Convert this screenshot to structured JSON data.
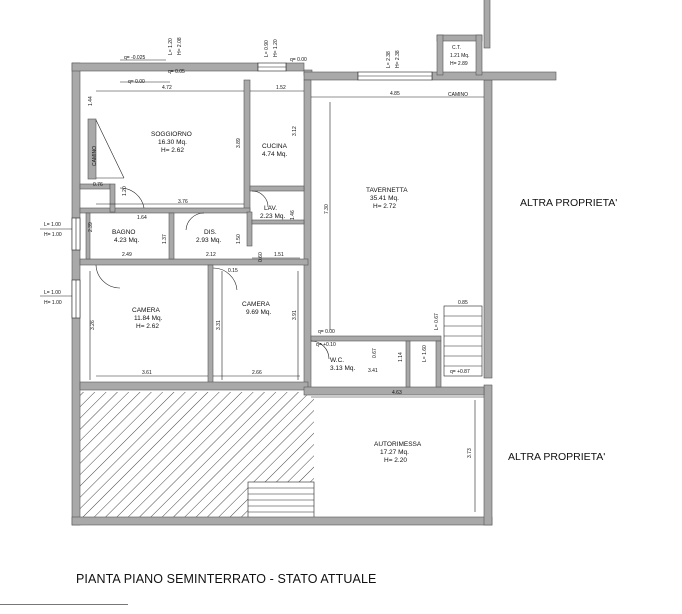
{
  "title": "PIANTA PIANO SEMINTERRATO - STATO ATTUALE",
  "rooms": {
    "soggiorno": {
      "name": "SOGGIORNO",
      "area": "16.30 Mq.",
      "height": "H= 2.62"
    },
    "cucina": {
      "name": "CUCINA",
      "area": "4.74 Mq."
    },
    "tavernetta": {
      "name": "TAVERNETTA",
      "area": "35.41 Mq.",
      "height": "H= 2.72"
    },
    "lav": {
      "name": "LAV.",
      "area": "2.23 Mq."
    },
    "bagno": {
      "name": "BAGNO",
      "area": "4.23 Mq."
    },
    "dis": {
      "name": "DIS.",
      "area": "2.93 Mq."
    },
    "camera1": {
      "name": "CAMERA",
      "area": "11.84 Mq.",
      "height": "H= 2.62"
    },
    "camera2": {
      "name": "CAMERA",
      "area": "9.69 Mq."
    },
    "wc": {
      "name": "W.C.",
      "area": "3.13 Mq."
    },
    "autorimessa": {
      "name": "AUTORIMESSA",
      "area": "17.27 Mq.",
      "height": "H= 2.20"
    },
    "ct": {
      "name": "C.T.",
      "area": "1.21 Mq.",
      "height": "H= 2.89"
    }
  },
  "labels": {
    "altra_top": "ALTRA PROPRIETA'",
    "altra_bottom": "ALTRA PROPRIETA'",
    "camino_left": "CAMINO",
    "camino_right": "CAMINO"
  },
  "levels": {
    "q_m0025": "q= -0.025",
    "q_005": "q= 0.05",
    "q_000_top": "q= 0.00",
    "q_000_room": "q= 0.00",
    "q_000_tav": "q= 0.00",
    "q_p010": "q= +0.10",
    "q_p087": "q= +0.87"
  },
  "windows": {
    "w1_l": "L= 1.20",
    "w1_h": "H= 2.08",
    "w2_l": "L= 0.90",
    "w2_h": "H= 1.20",
    "w3_l": "L= 2.38",
    "w3_h": "H= 2.38",
    "w4_l": "L= 1.00",
    "w4_h": "H= 1.00",
    "w5_l": "L= 1.00",
    "w5_h": "H= 1.00",
    "wc_l": "L= 0.67",
    "wc_l2": "L= 1.60"
  },
  "dims": {
    "d472": "4.72",
    "d152": "1.52",
    "d485": "4.85",
    "d144": "1.44",
    "d312": "3.12",
    "d389": "3.89",
    "d376": "3.76",
    "d076": "0.76",
    "d120": "1.20",
    "d164": "1.64",
    "d239": "2.39",
    "d137": "1.37",
    "d249": "2.49",
    "d212": "2.12",
    "d146": "1.46",
    "d150": "1.50",
    "d151": "1.51",
    "d730": "7.30",
    "d015": "0.15",
    "d060": "0.60",
    "d326": "3.26",
    "d331": "3.31",
    "d391": "3.91",
    "d361": "3.61",
    "d266": "2.66",
    "d085": "0.85",
    "d067": "0.67",
    "d341": "3.41",
    "d463": "4.63",
    "d373": "3.73",
    "d114": "1.14"
  }
}
